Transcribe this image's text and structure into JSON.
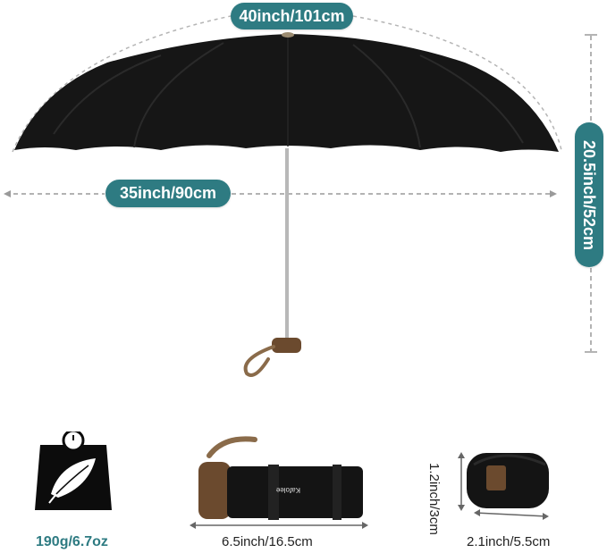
{
  "labels": {
    "arc_length": "40inch/101cm",
    "span_width": "35inch/90cm",
    "open_height": "20.5inch/52cm",
    "weight": "190g/6.7oz",
    "folded_length": "6.5inch/16.5cm",
    "folded_height": "1.2inch/3cm",
    "folded_diameter": "2.1inch/5.5cm"
  },
  "brand_print": "Kafolee",
  "colors": {
    "accent": "#2e7b82",
    "canopy": "#151515",
    "handle": "#6b4a2e",
    "dashed_line": "#9a9a9a"
  },
  "icons": {
    "weight": "feather-on-scale-icon"
  }
}
